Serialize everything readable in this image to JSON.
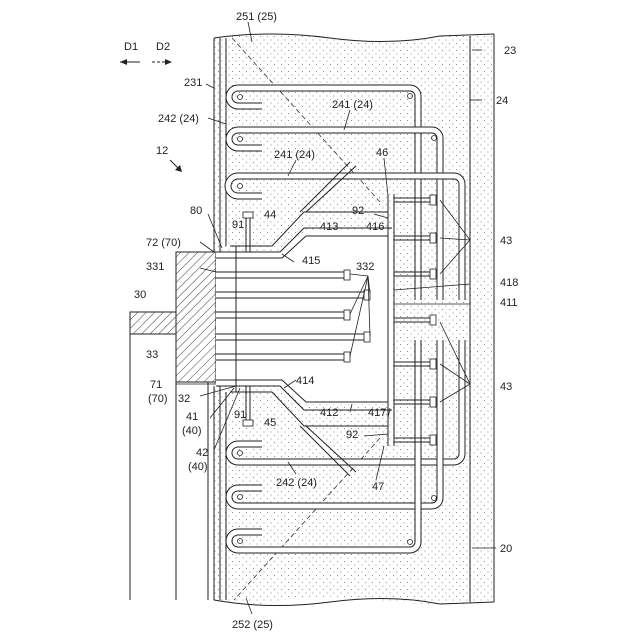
{
  "figure": {
    "directions": {
      "d1": "D1",
      "d2": "D2"
    },
    "labels": {
      "l251": "251 (25)",
      "l23": "23",
      "l231": "231",
      "l24": "24",
      "l241a": "241 (24)",
      "l242a": "242 (24)",
      "l12": "12",
      "l241b": "241 (24)",
      "l46": "46",
      "l80": "80",
      "l91a": "91",
      "l44": "44",
      "l92a": "92",
      "l413": "413",
      "l416": "416",
      "l43a": "43",
      "l72": "72 (70)",
      "l415": "415",
      "l331": "331",
      "l332": "332",
      "l418": "418",
      "l30": "30",
      "l411": "411",
      "l33": "33",
      "l71": "71",
      "l70": "(70)",
      "l32": "32",
      "l414": "414",
      "l43b": "43",
      "l41": "41",
      "l40a": "(40)",
      "l91b": "91",
      "l45": "45",
      "l412": "412",
      "l417": "417",
      "l92b": "92",
      "l42": "42",
      "l40b": "(40)",
      "l242b": "242 (24)",
      "l47": "47",
      "l20": "20",
      "l252": "252 (25)"
    }
  }
}
